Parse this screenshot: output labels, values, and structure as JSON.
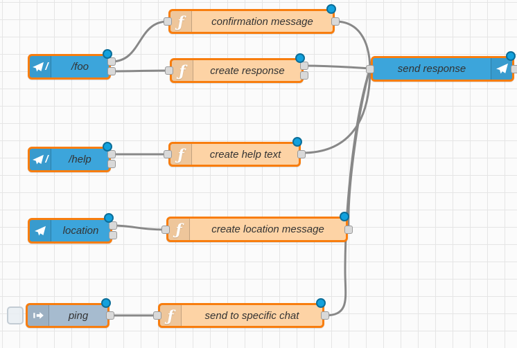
{
  "editor": {
    "name": "Node-RED flow canvas"
  },
  "colors": {
    "canvas_bg": "#fbfbfb",
    "grid_line": "#e5e5e5",
    "telegram_node": "#3ca5db",
    "function_node": "#fdd3a5",
    "inject_node": "#a6bbcf",
    "node_border": "#f87d0e",
    "wire": "#888888",
    "port_fill": "#d9d9d9",
    "port_border": "#999999",
    "changed_dot_fill": "#12a1dd",
    "changed_dot_border": "#0c6e99"
  },
  "nodes": {
    "foo": {
      "label": "/foo",
      "type": "telegram command",
      "icon": "paper-plane-slash-icon",
      "outputs": 2,
      "changed": true
    },
    "confirmation": {
      "label": "confirmation message",
      "type": "function",
      "icon": "function-f-icon",
      "outputs": 1,
      "changed": true
    },
    "create_response": {
      "label": "create response",
      "type": "function",
      "icon": "function-f-icon",
      "outputs": 2,
      "changed": true
    },
    "send_response": {
      "label": "send response",
      "type": "telegram sender",
      "icon": "paper-plane-icon",
      "outputs": 1,
      "changed": true
    },
    "help": {
      "label": "/help",
      "type": "telegram command",
      "icon": "paper-plane-slash-icon",
      "outputs": 2,
      "changed": true
    },
    "create_help_text": {
      "label": "create help text",
      "type": "function",
      "icon": "function-f-icon",
      "outputs": 1,
      "changed": true
    },
    "location": {
      "label": "location",
      "type": "telegram event",
      "icon": "paper-plane-icon",
      "outputs": 2,
      "changed": true
    },
    "create_location_message": {
      "label": "create location message",
      "type": "function",
      "icon": "function-f-icon",
      "outputs": 1,
      "changed": true
    },
    "ping": {
      "label": "ping",
      "type": "inject",
      "icon": "inject-arrow-icon",
      "outputs": 1,
      "changed": true
    },
    "send_to_specific_chat": {
      "label": "send to specific chat",
      "type": "function",
      "icon": "function-f-icon",
      "outputs": 1,
      "changed": true
    }
  },
  "wires": [
    {
      "from": "/foo output 1",
      "to": "confirmation message"
    },
    {
      "from": "/foo output 2",
      "to": "create response"
    },
    {
      "from": "confirmation message",
      "to": "send response"
    },
    {
      "from": "create response output 1",
      "to": "send response"
    },
    {
      "from": "/help output 1",
      "to": "create help text"
    },
    {
      "from": "create help text",
      "to": "send response"
    },
    {
      "from": "location output 1",
      "to": "create location message"
    },
    {
      "from": "create location message",
      "to": "send response"
    },
    {
      "from": "ping",
      "to": "send to specific chat"
    },
    {
      "from": "send to specific chat",
      "to": "send response"
    }
  ]
}
